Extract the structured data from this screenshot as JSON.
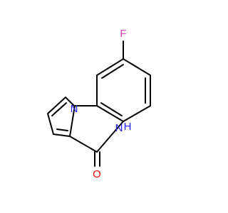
{
  "molecule": {
    "atoms": {
      "fluorine": {
        "label": "F",
        "color": "#e040c0"
      },
      "pyrrole_nitrogen": {
        "label": "N",
        "color": "#2020ff"
      },
      "amide_nitrogen": {
        "label": "N",
        "color": "#2020ff"
      },
      "amide_hydrogen": {
        "label": "H",
        "color": "#2020ff"
      },
      "carbonyl_oxygen": {
        "label": "O",
        "color": "#ff0000"
      }
    },
    "bond_color": "#000000",
    "background": "#ffffff"
  }
}
